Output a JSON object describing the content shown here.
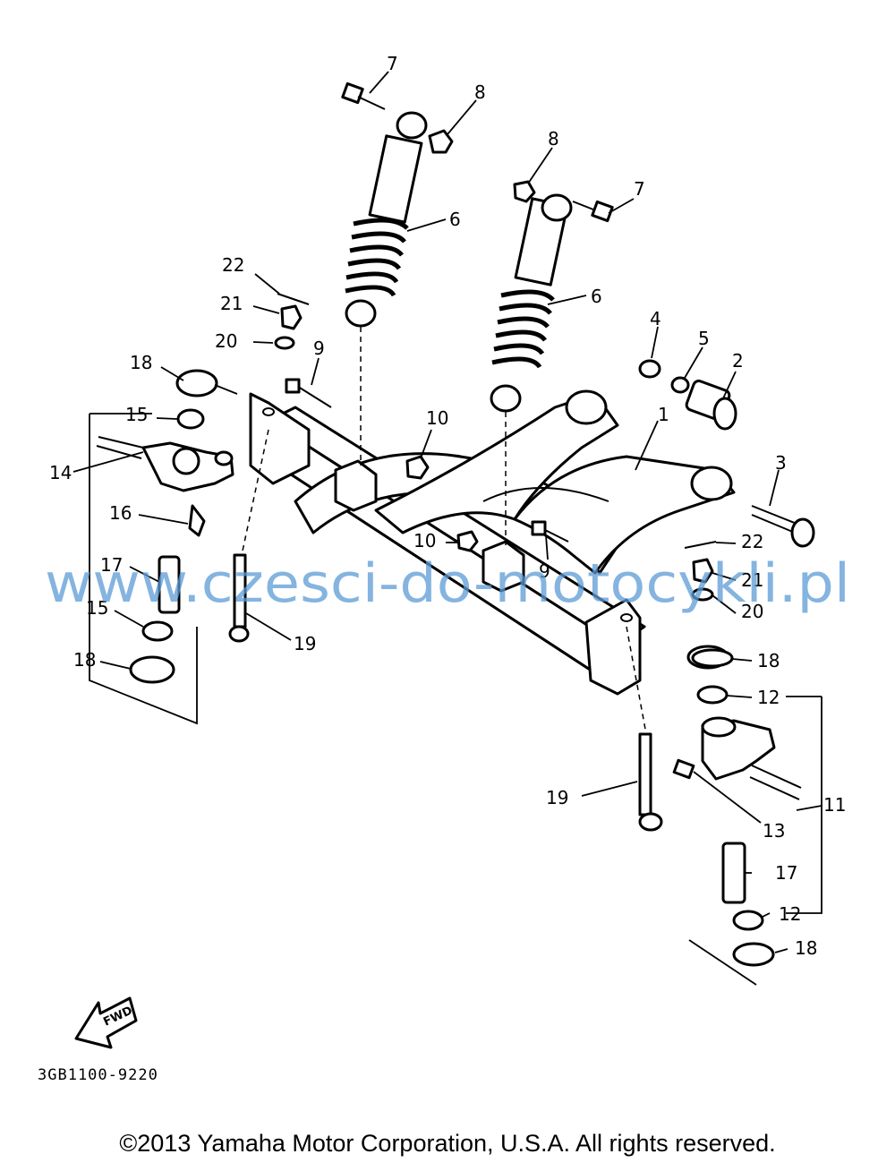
{
  "diagram": {
    "part_number": "3GB1100-9220",
    "fwd_label": "FWD",
    "watermark": "www.czesci-do-motocykli.pl",
    "copyright": "©2013 Yamaha Motor Corporation, U.S.A. All rights reserved.",
    "callouts": {
      "c1": "1",
      "c2": "2",
      "c3": "3",
      "c4": "4",
      "c5": "5",
      "c6a": "6",
      "c6b": "6",
      "c7a": "7",
      "c7b": "7",
      "c8a": "8",
      "c8b": "8",
      "c9a": "9",
      "c9b": "9",
      "c10a": "10",
      "c10b": "10",
      "c11": "11",
      "c12a": "12",
      "c12b": "12",
      "c13": "13",
      "c14": "14",
      "c15a": "15",
      "c15b": "15",
      "c16": "16",
      "c17a": "17",
      "c17b": "17",
      "c18a": "18",
      "c18b": "18",
      "c18c": "18",
      "c18d": "18",
      "c19a": "19",
      "c19b": "19",
      "c20a": "20",
      "c20b": "20",
      "c21a": "21",
      "c21b": "21",
      "c22a": "22",
      "c22b": "22"
    }
  }
}
